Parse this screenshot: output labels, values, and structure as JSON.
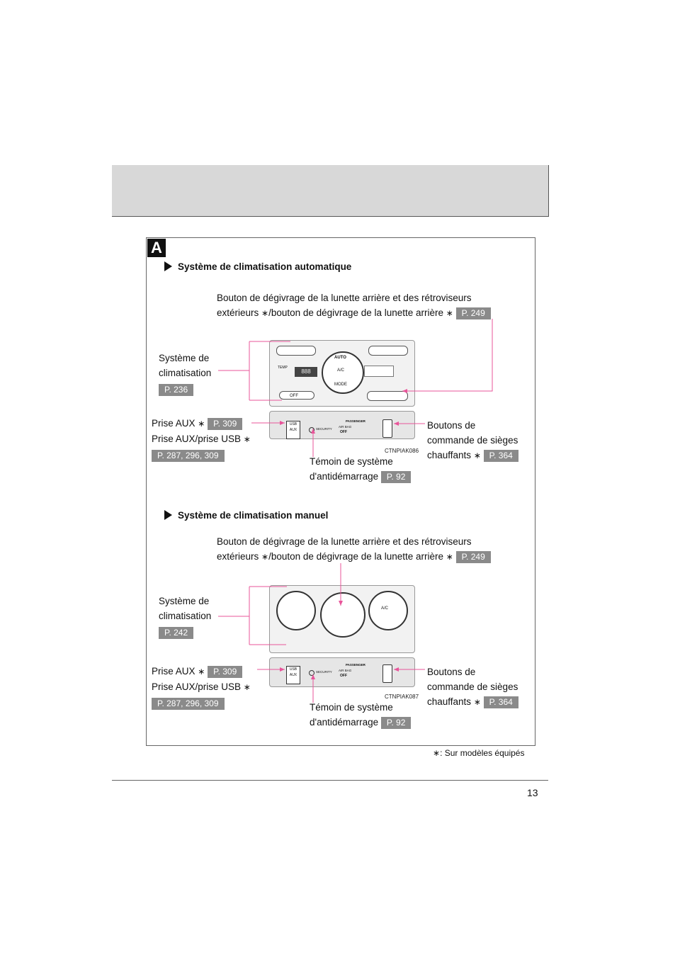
{
  "section_letter": "A",
  "auto": {
    "title": "Système de climatisation automatique",
    "defrost_line1": "Bouton de dégivrage de la lunette arrière et des rétroviseurs",
    "defrost_line2a": "extérieurs ",
    "defrost_line2b": "/bouton de dégivrage de la lunette arrière ",
    "defrost_page": "P. 249",
    "clim_line1": "Système de",
    "clim_line2": "climatisation",
    "clim_page": "P. 236",
    "aux_line1": "Prise AUX ",
    "aux_page": "P. 309",
    "usb_line": "Prise AUX/prise USB ",
    "usb_page": "P. 287, 296, 309",
    "seat_line1": "Boutons de",
    "seat_line2": "commande de sièges",
    "seat_line3": "chauffants ",
    "seat_page": "P. 364",
    "antistart_line1": "Témoin de système",
    "antistart_line2": "d'antidémarrage",
    "antistart_page": "P. 92",
    "image_id": "CTNPIAK086",
    "panel_labels": {
      "auto": "AUTO",
      "ac": "A/C",
      "mode": "MODE",
      "off": "OFF",
      "temp": "TEMP",
      "display": "888",
      "passenger": "PASSENGER",
      "security": "SECURITY",
      "airbag": "AIR BAG",
      "airbag_off": "OFF",
      "usb": "USB",
      "aux": "AUX"
    }
  },
  "manual": {
    "title": "Système de climatisation manuel",
    "defrost_line1": "Bouton de dégivrage de la lunette arrière et des rétroviseurs",
    "defrost_line2a": "extérieurs ",
    "defrost_line2b": "/bouton de dégivrage de la lunette arrière ",
    "defrost_page": "P. 249",
    "clim_line1": "Système de",
    "clim_line2": "climatisation",
    "clim_page": "P. 242",
    "aux_line1": "Prise AUX ",
    "aux_page": "P. 309",
    "usb_line": "Prise AUX/prise USB ",
    "usb_page": "P. 287, 296, 309",
    "seat_line1": "Boutons de",
    "seat_line2": "commande de sièges",
    "seat_line3": "chauffants ",
    "seat_page": "P. 364",
    "antistart_line1": "Témoin de système",
    "antistart_line2": "d'antidémarrage",
    "antistart_page": "P. 92",
    "image_id": "CTNPIAK087",
    "panel_labels": {
      "ac": "A/C",
      "passenger": "PASSENGER",
      "security": "SECURITY",
      "airbag": "AIR BAG",
      "airbag_off": "OFF",
      "usb": "USB",
      "aux": "AUX"
    }
  },
  "star_symbol": "∗",
  "footnote": ": Sur modèles équipés",
  "page_number": "13",
  "colors": {
    "leader": "#e8559a",
    "badge": "#8a8a8a",
    "header": "#d8d8d8"
  }
}
